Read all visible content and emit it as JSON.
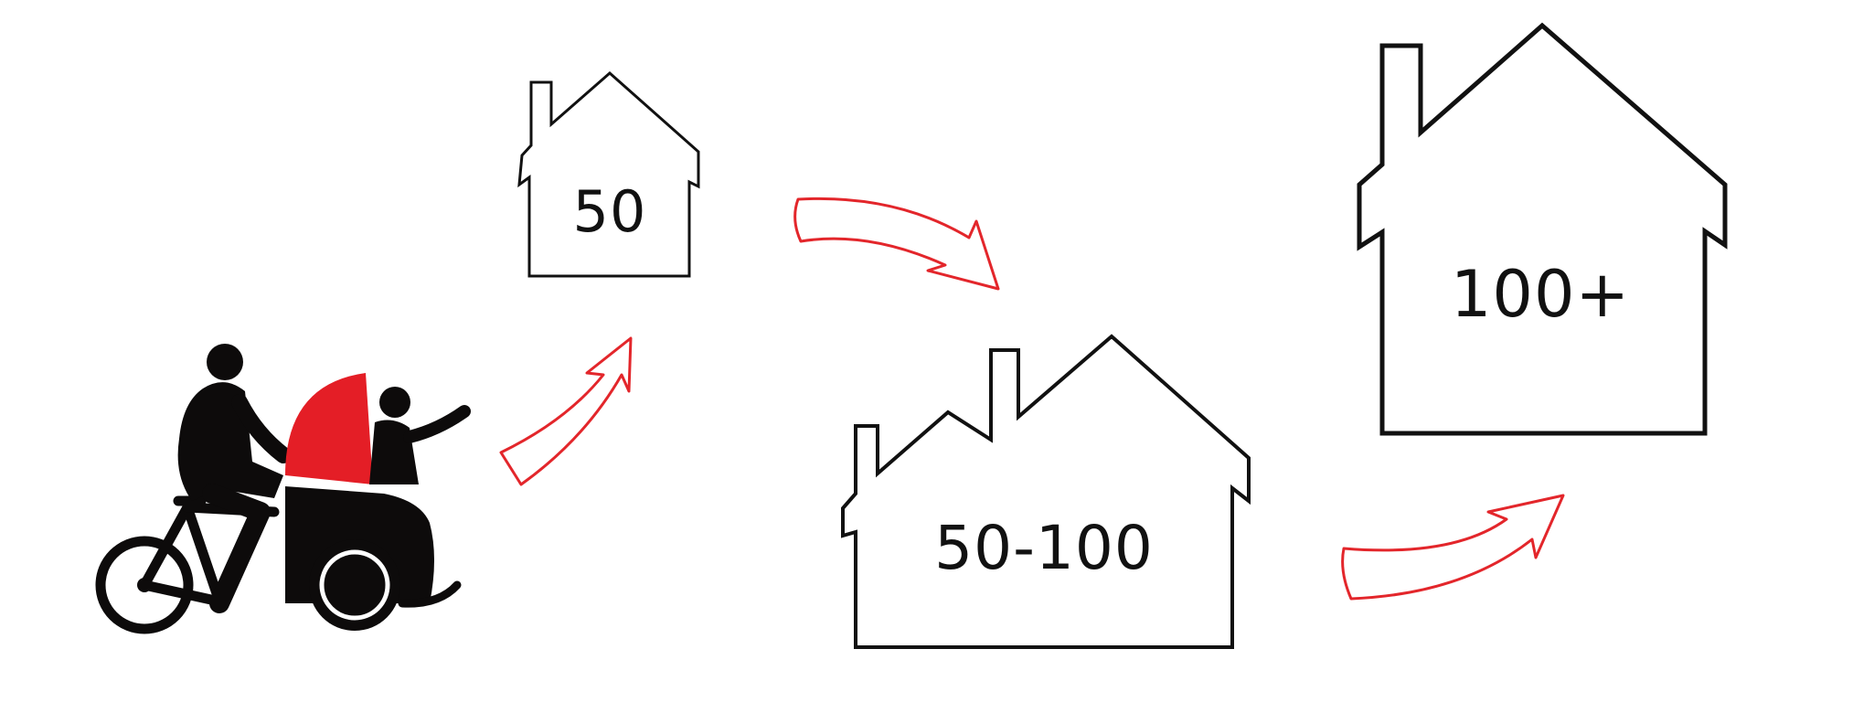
{
  "houses": {
    "small": {
      "label": "50"
    },
    "medium": {
      "label": "50-100"
    },
    "large": {
      "label": "100+"
    }
  },
  "colors": {
    "outline": "#111111",
    "arrow": "#e3262b",
    "accent_red": "#e41e26",
    "figure": "#0d0b0b",
    "background": "#ffffff"
  },
  "icons": {
    "rickshaw": "trishaw-with-pilot-and-passenger-icon",
    "arrow": "hand-drawn-arrow-icon",
    "house": "house-outline-icon"
  }
}
